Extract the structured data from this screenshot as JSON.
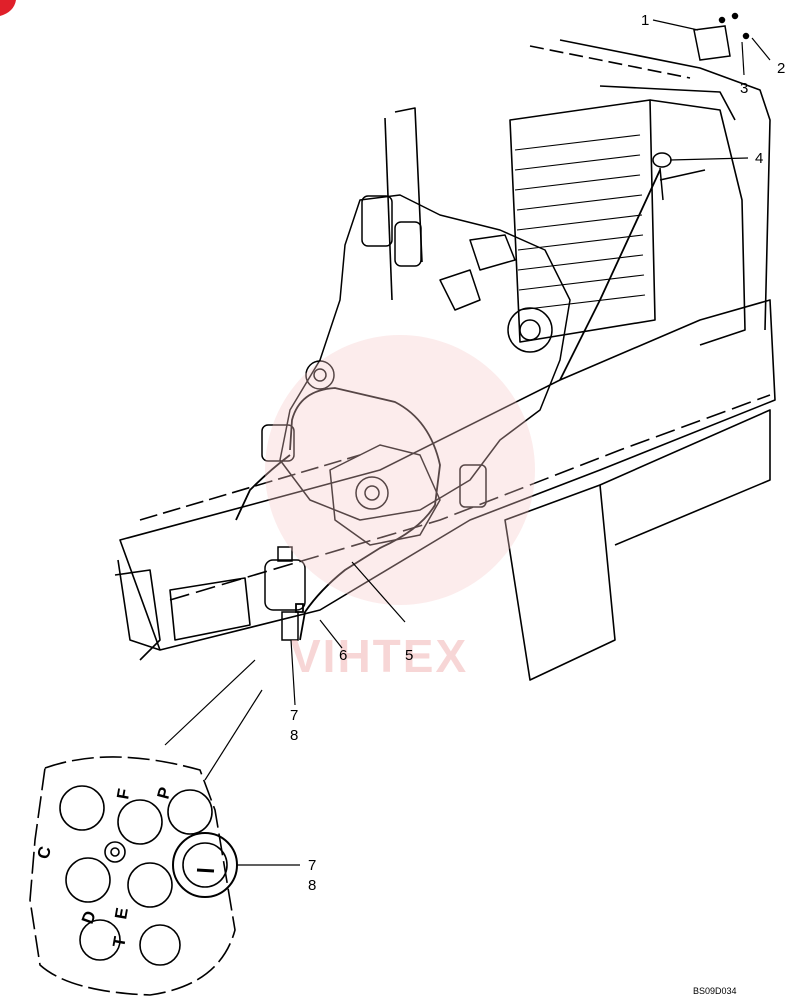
{
  "diagram": {
    "callouts": {
      "c1": "1",
      "c2": "2",
      "c3": "3",
      "c4": "4",
      "c5": "5",
      "c6": "6",
      "c7a": "7",
      "c8a": "8",
      "c7b": "7",
      "c8b": "8"
    },
    "plug_letters": {
      "c": "C",
      "d": "D",
      "e": "E",
      "f": "F",
      "p": "P",
      "t": "T"
    },
    "drawing_code": "BS09D034",
    "watermark": "VIHTEX"
  },
  "colors": {
    "line": "#000000",
    "watermark": "#f2b6b6",
    "corner_mark": "#e0202a"
  }
}
